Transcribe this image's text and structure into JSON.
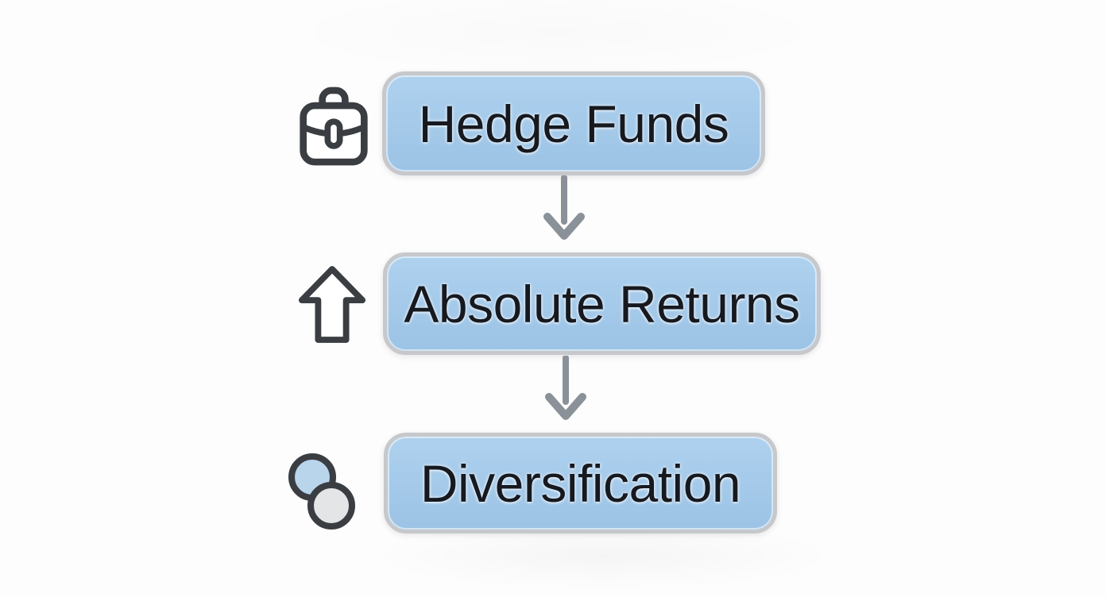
{
  "diagram": {
    "steps": [
      {
        "label": "Hedge Funds",
        "icon": "briefcase-icon"
      },
      {
        "label": "Absolute Returns",
        "icon": "arrow-up-icon"
      },
      {
        "label": "Diversification",
        "icon": "overlapping-circles-icon"
      }
    ],
    "connectors": [
      {
        "from": "Hedge Funds",
        "to": "Absolute Returns",
        "style": "down-arrow"
      },
      {
        "from": "Absolute Returns",
        "to": "Diversification",
        "style": "down-arrow"
      }
    ],
    "colors": {
      "box_fill": "#a4c9e9",
      "box_border": "#c6c8cb",
      "text": "#16191f",
      "icon_stroke": "#3a3d42",
      "connector": "#8b9198",
      "circle_blue_fill": "#b9d5ec",
      "circle_gray_fill": "#e3e5e7",
      "background": "#fdfdfd"
    }
  }
}
